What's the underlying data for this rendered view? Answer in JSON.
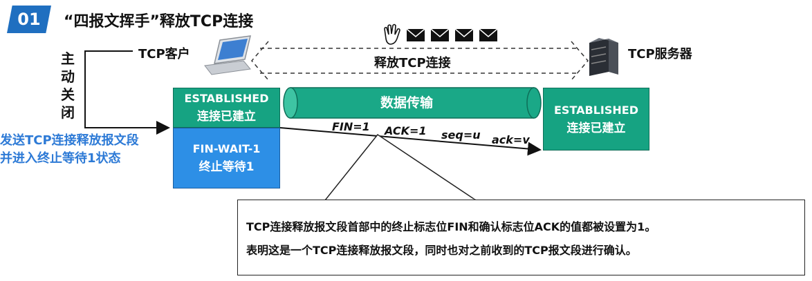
{
  "header": {
    "badge": "01",
    "title": "“四报文挥手”释放TCP连接"
  },
  "client": {
    "label": "TCP客户",
    "vertical_label": [
      "主",
      "动",
      "关",
      "闭"
    ],
    "note_lines": [
      "发送TCP连接释放报文段",
      "并进入终止等待1状态"
    ],
    "state_established": {
      "en": "ESTABLISHED",
      "zh": "连接已建立"
    },
    "state_finwait": {
      "en": "FIN-WAIT-1",
      "zh": "终止等待1"
    }
  },
  "server": {
    "label": "TCP服务器",
    "state_established": {
      "en": "ESTABLISHED",
      "zh": "连接已建立"
    }
  },
  "connection": {
    "release_label": "释放TCP连接",
    "pipe_label": "数据传输"
  },
  "segment": {
    "fin": "FIN=1",
    "ack": "ACK=1",
    "seq": "seq=u",
    "ackno": "ack=v"
  },
  "callout": {
    "line1": "TCP连接释放报文段首部中的终止标志位FIN和确认标志位ACK的值都被设置为1。",
    "line2": "表明这是一个TCP连接释放报文段，同时也对之前收到的TCP报文段进行确认。"
  },
  "colors": {
    "badge": "#1f6fc0",
    "established": "#16a382",
    "finwait": "#2d8fe6",
    "note": "#2d7ad6"
  }
}
